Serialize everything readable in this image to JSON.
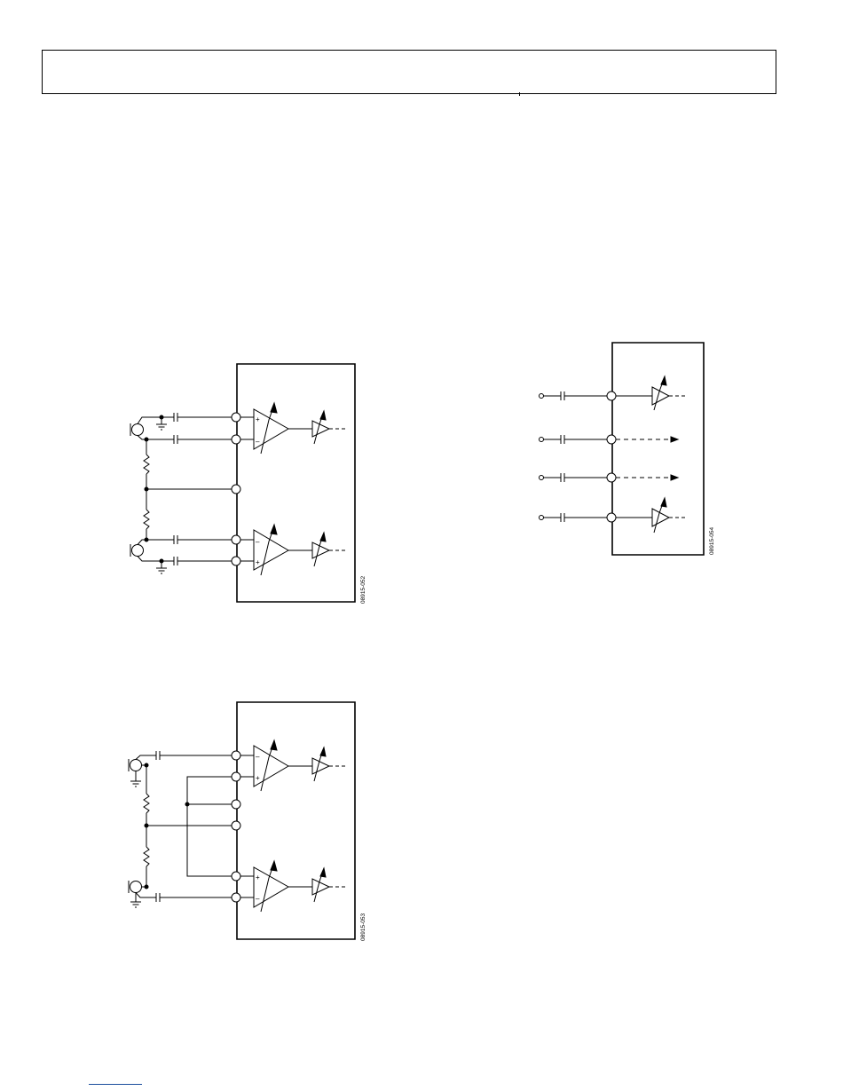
{
  "page": {
    "header_text": "",
    "page_number": ""
  },
  "figures": [
    {
      "id": "fig-052",
      "code": "08915-052"
    },
    {
      "id": "fig-053",
      "code": "08915-053"
    },
    {
      "id": "fig-054",
      "code": "08915-054"
    }
  ],
  "amp_labels": {
    "plus": "+",
    "minus": "–"
  }
}
